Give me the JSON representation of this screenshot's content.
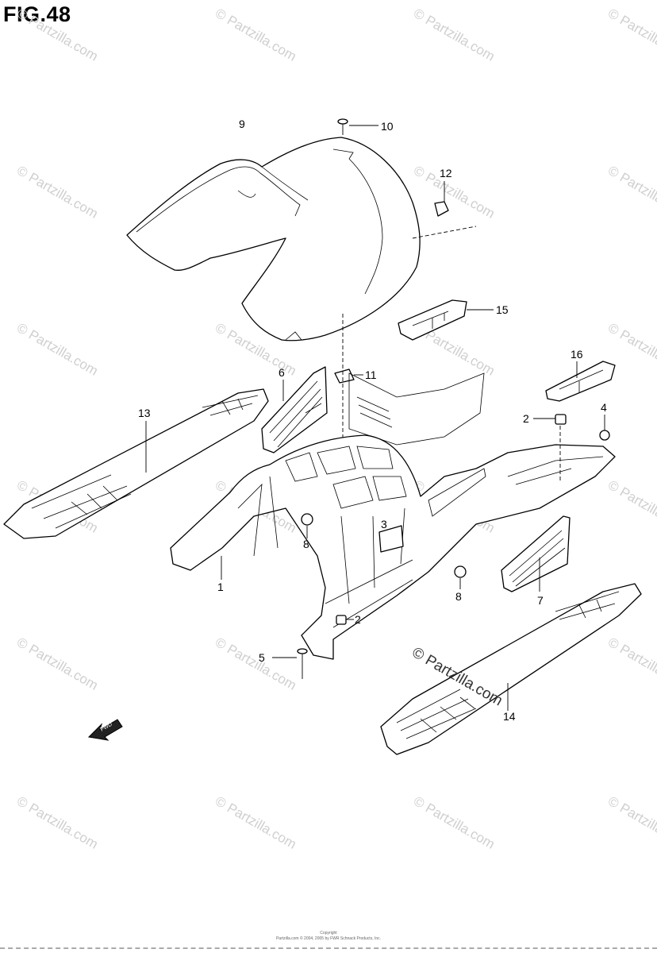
{
  "figure": {
    "title": "FIG.48"
  },
  "watermark": {
    "text": "© Partzilla.com"
  },
  "callouts": {
    "c1": "1",
    "c2a": "2",
    "c2b": "2",
    "c3": "3",
    "c4": "4",
    "c5": "5",
    "c6": "6",
    "c7": "7",
    "c8a": "8",
    "c8b": "8",
    "c9": "9",
    "c10": "10",
    "c11": "11",
    "c12": "12",
    "c13": "13",
    "c14": "14",
    "c15": "15",
    "c16": "16"
  },
  "direction_arrow": {
    "label": "FWD"
  },
  "footer": {
    "line1": "Copyright",
    "line2": "Partzilla.com © 2004, 2005 by FWR Schnack Products, Inc."
  }
}
